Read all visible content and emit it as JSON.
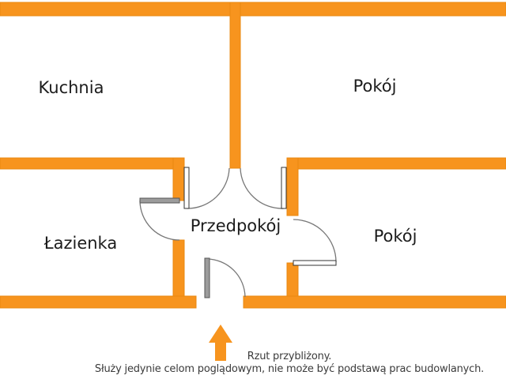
{
  "colors": {
    "background": "#FFFFFF",
    "wall": "#F7941E",
    "wall_edge": "#EA8810",
    "arc": "#777777",
    "leaf_gray": "#9C9C9C",
    "leaf_white": "#FFFFFF",
    "room_label": "#1C1C1C",
    "caption": "#3B3B3B"
  },
  "rooms": [
    {
      "id": "kuchnia",
      "label": "Kuchnia"
    },
    {
      "id": "pokoj-top",
      "label": "Pokój"
    },
    {
      "id": "lazienka",
      "label": "Łazienka"
    },
    {
      "id": "przedpokoj",
      "label": "Przedpokój"
    },
    {
      "id": "pokoj-right",
      "label": "Pokój"
    }
  ],
  "caption": {
    "line1": "Rzut przybliżony.",
    "line2": "Służy jedynie celom poglądowym, nie może być podstawą prac budowlanych."
  }
}
